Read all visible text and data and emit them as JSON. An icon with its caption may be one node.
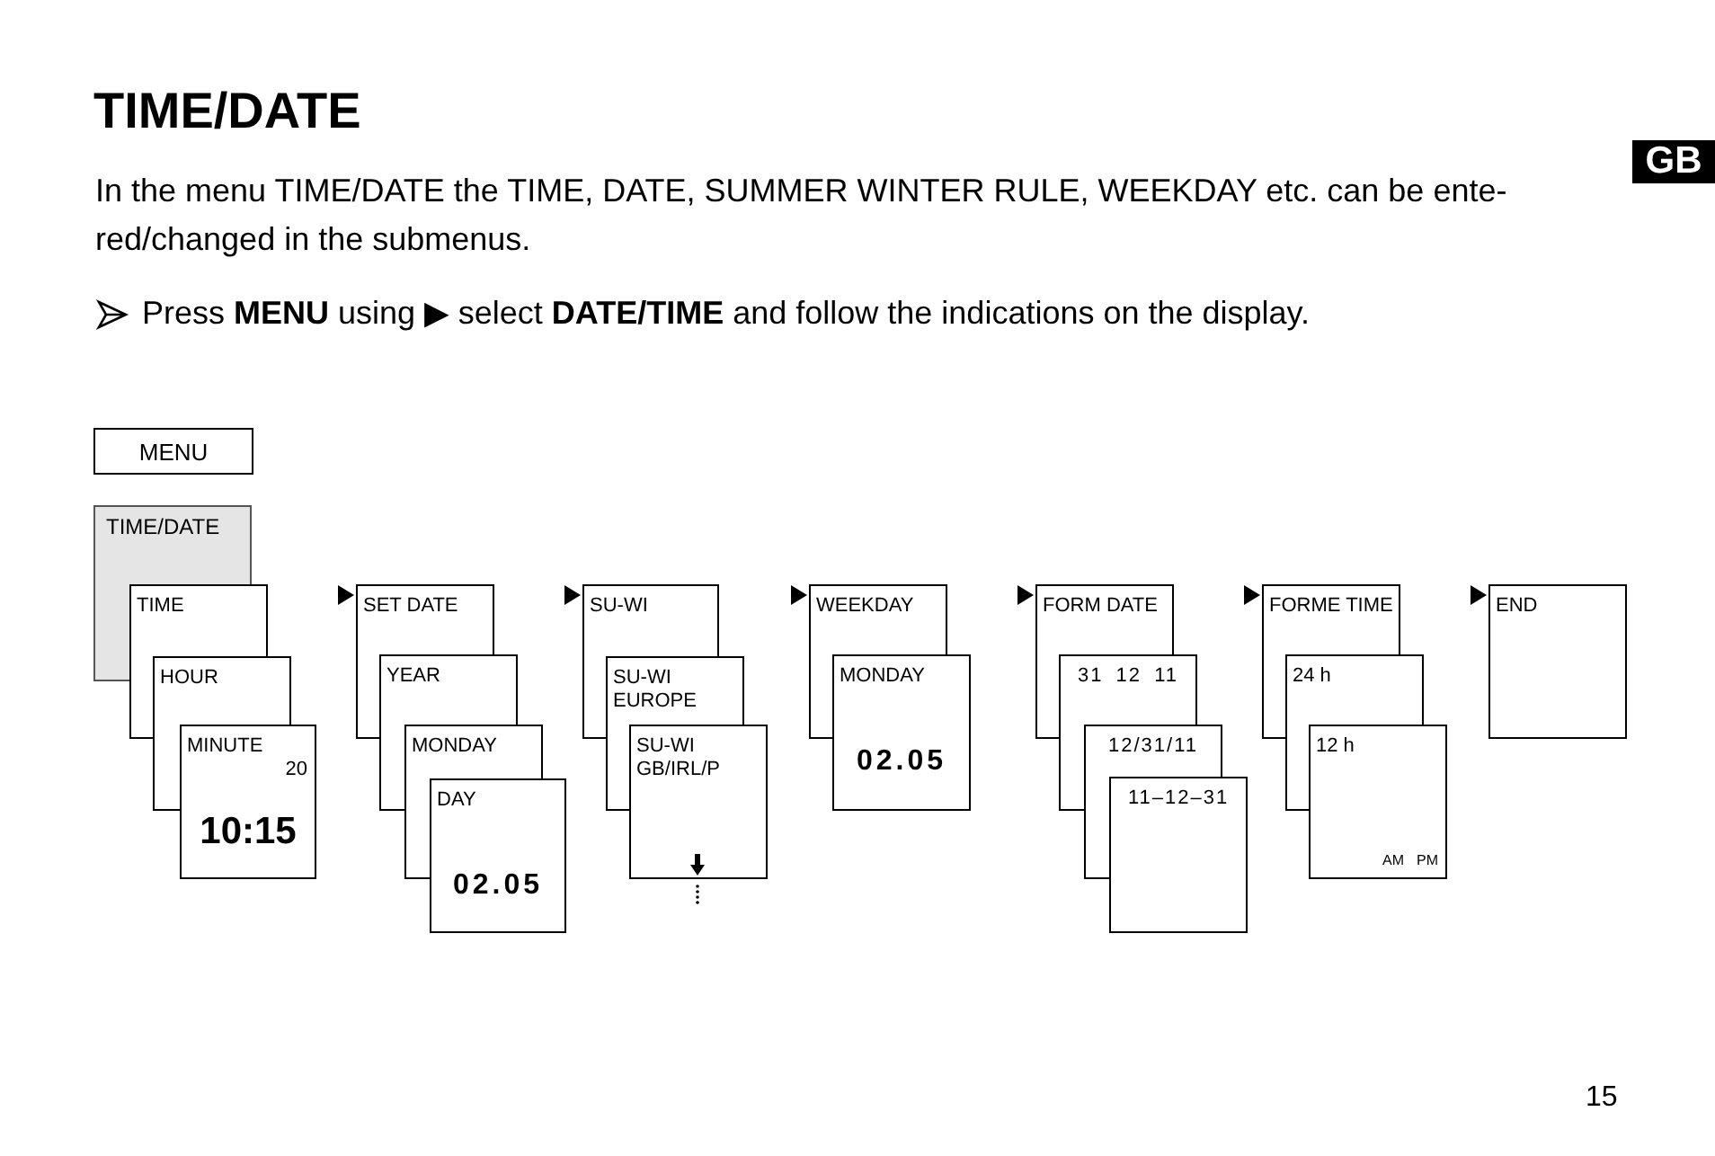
{
  "diagram": {
    "title": "TIME/DATE",
    "nodes": [
      {
        "text": [
          "MENU"
        ]
      },
      {
        "text": [
          "TIME/DATE"
        ]
      },
      {
        "text": [
          "TIME"
        ]
      },
      {
        "text": [
          "HOUR"
        ]
      },
      {
        "text": [
          "MINUTE",
          "20",
          "10:15"
        ]
      },
      {
        "text": [
          "SET DATE"
        ]
      },
      {
        "text": [
          "YEAR"
        ]
      },
      {
        "text": [
          "MONDAY"
        ]
      },
      {
        "text": [
          "DAY",
          "02.05"
        ]
      },
      {
        "text": [
          "SU-WI"
        ]
      },
      {
        "text": [
          "SU-WI EUROPE"
        ]
      },
      {
        "text": [
          "SU-WI GB/IRL/P"
        ]
      },
      {
        "text": [
          "WEEKDAY"
        ]
      },
      {
        "text": [
          "MONDAY",
          "02.05"
        ]
      },
      {
        "text": [
          "FORM DATE"
        ]
      },
      {
        "text": [
          "31 12 11"
        ]
      },
      {
        "text": [
          "12/31/11"
        ]
      },
      {
        "text": [
          "11–12–31"
        ]
      },
      {
        "text": [
          "FORME TIME"
        ]
      },
      {
        "text": [
          "24 h"
        ]
      },
      {
        "text": [
          "12 h",
          "AM",
          "PM"
        ]
      },
      {
        "text": [
          "END"
        ]
      }
    ],
    "edges": [
      {
        "from": 2,
        "to": 5,
        "arrow": "to"
      },
      {
        "from": 5,
        "to": 9,
        "arrow": "to"
      },
      {
        "from": 9,
        "to": 12,
        "arrow": "to"
      },
      {
        "from": 12,
        "to": 14,
        "arrow": "to"
      },
      {
        "from": 14,
        "to": 18,
        "arrow": "to"
      },
      {
        "from": 18,
        "to": 21,
        "arrow": "to"
      }
    ],
    "labels": [
      "GB",
      "In the menu TIME/DATE the TIME, DATE, SUMMER WINTER RULE, WEEKDAY etc. can be ente- red/changed in the submenus.",
      "Press **MENU** using ▶ select **DATE/TIME** and follow the indications on the display.",
      "15"
    ]
  }
}
